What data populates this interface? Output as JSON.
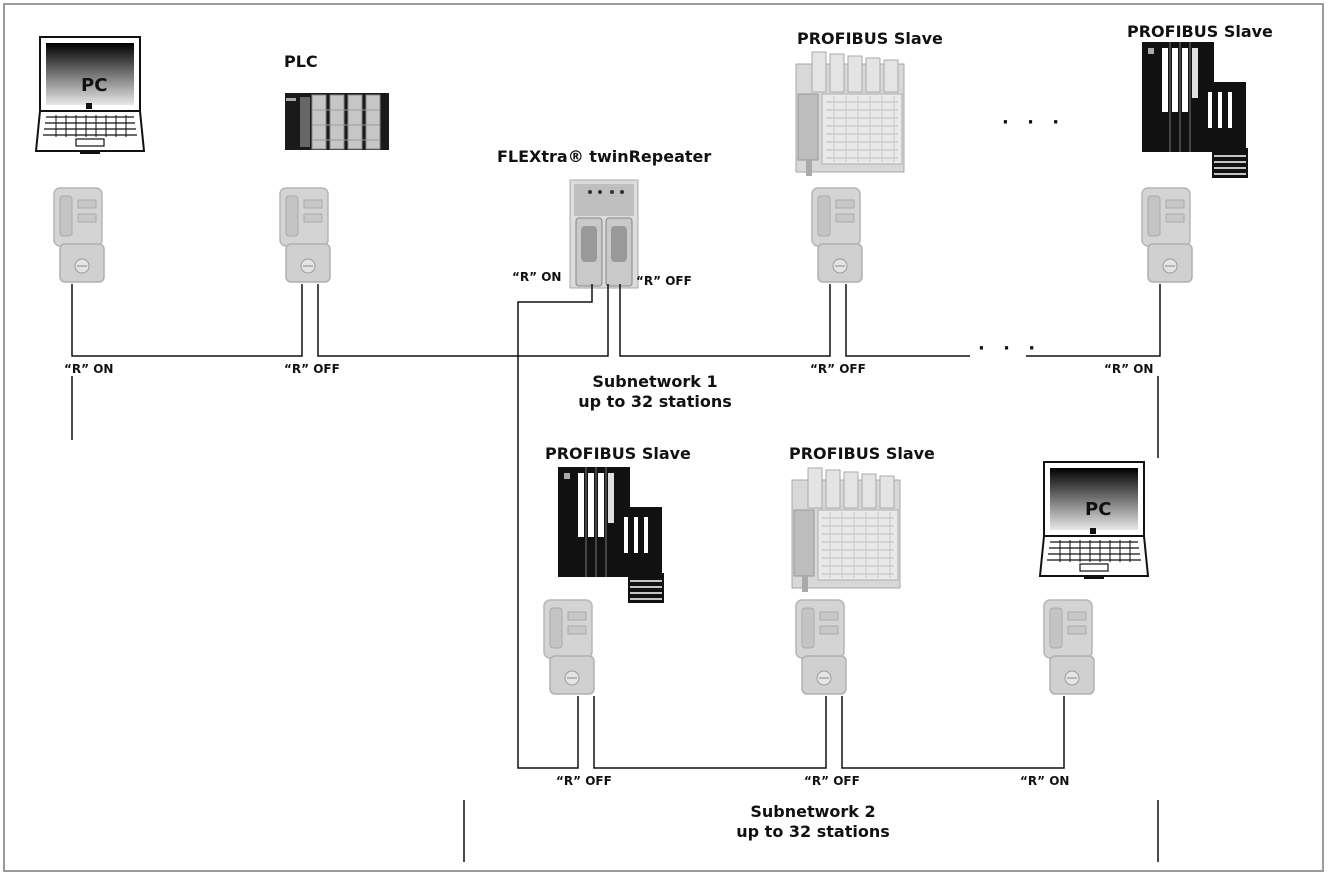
{
  "labels": {
    "pc_top": "PC",
    "plc": "PLC",
    "profibus_slave_top_1": "PROFIBUS Slave",
    "profibus_slave_top_2": "PROFIBUS Slave",
    "repeater": "FLEXtra® twinRepeater",
    "repeater_r_left": "“R” ON",
    "repeater_r_right": "“R” OFF",
    "r_pc_top": "“R” ON",
    "r_plc": "“R” OFF",
    "r_slave_top_1": "“R” OFF",
    "r_slave_top_2": "“R” ON",
    "subnet1_line1": "Subnetwork 1",
    "subnet1_line2": "up to 32 stations",
    "profibus_slave_bottom_1": "PROFIBUS Slave",
    "profibus_slave_bottom_2": "PROFIBUS Slave",
    "pc_bottom": "PC",
    "r_slave_bottom_1": "“R” OFF",
    "r_slave_bottom_2": "“R” OFF",
    "r_pc_bottom": "“R” ON",
    "subnet2_line1": "Subnetwork 2",
    "subnet2_line2": "up to 32 stations",
    "ellipsis_top": "· · ·",
    "ellipsis_bus": "· · ·"
  },
  "colors": {
    "frame": "#9a9a9a",
    "device_gray": "#d6d6d6",
    "device_dark": "#111111",
    "line": "#111111"
  }
}
